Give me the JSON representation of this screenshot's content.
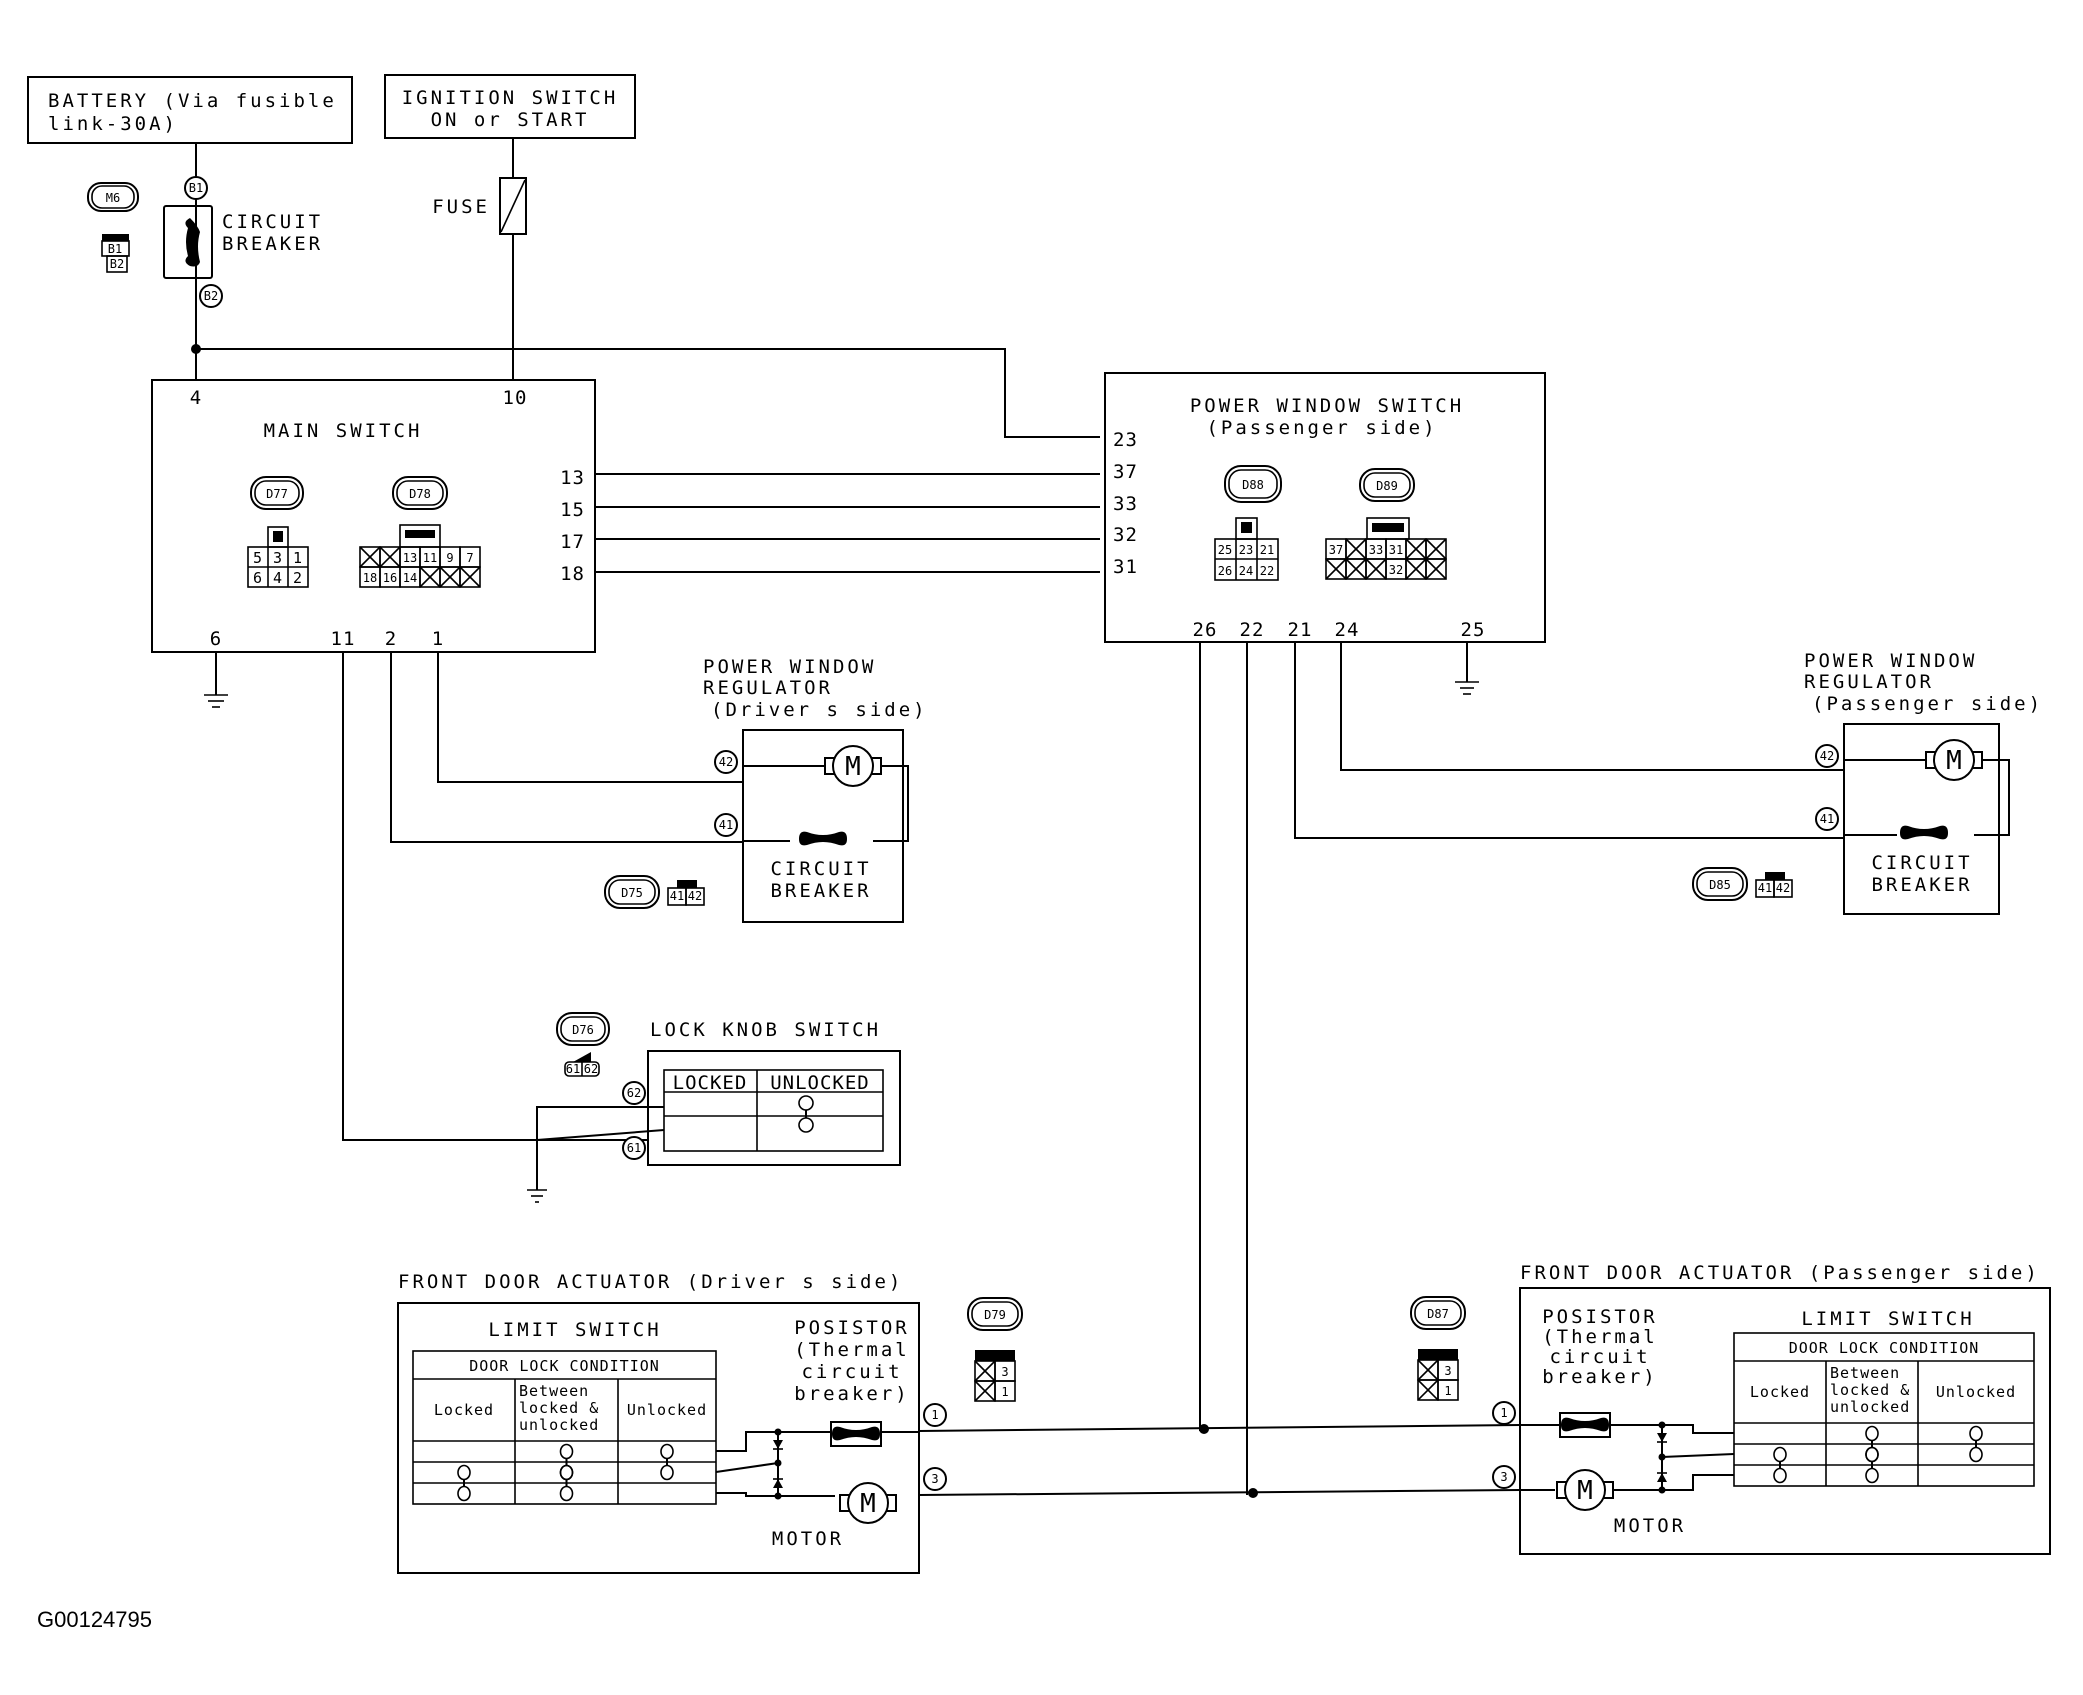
{
  "diagram": {
    "figure_id": "G00124795",
    "power_sources": {
      "battery": {
        "line1": "BATTERY (Via fusible",
        "line2": "link-30A)"
      },
      "ignition": {
        "line1": "IGNITION SWITCH",
        "line2": "ON or START"
      },
      "fuse_label": "FUSE"
    },
    "circuit_breaker_main": {
      "line1": "CIRCUIT",
      "line2": "BREAKER",
      "connector": "M6",
      "pin_top": "B1",
      "pin_bottom": "B2"
    },
    "main_switch": {
      "title": "MAIN SWITCH",
      "pins_top": [
        "4",
        "10"
      ],
      "pins_right": [
        "13",
        "15",
        "17",
        "18"
      ],
      "pins_bottom": [
        "6",
        "11",
        "2",
        "1"
      ],
      "connector_a": {
        "id": "D77",
        "row1": [
          "5",
          "3",
          "1"
        ],
        "row2": [
          "6",
          "4",
          "2"
        ]
      },
      "connector_b": {
        "id": "D78",
        "row1": [
          "X",
          "X",
          "13",
          "11",
          "9",
          "7"
        ],
        "row2": [
          "18",
          "16",
          "14",
          "X",
          "X",
          "X"
        ]
      }
    },
    "power_window_switch": {
      "title": "POWER WINDOW SWITCH",
      "subtitle": "(Passenger side)",
      "pins_left": [
        "23",
        "37",
        "33",
        "32",
        "31"
      ],
      "pins_bottom": [
        "26",
        "22",
        "21",
        "24",
        "25"
      ],
      "connector_a": {
        "id": "D88",
        "row1": [
          "25",
          "23",
          "21"
        ],
        "row2": [
          "26",
          "24",
          "22"
        ]
      },
      "connector_b": {
        "id": "D89",
        "row1": [
          "37",
          "X",
          "33",
          "31",
          "X",
          "X"
        ],
        "row2": [
          "X",
          "X",
          "X",
          "32",
          "X",
          "X"
        ]
      }
    },
    "regulator_driver": {
      "line1": "POWER WINDOW",
      "line2": "REGULATOR",
      "line3": "(Driver s side)",
      "breaker_line1": "CIRCUIT",
      "breaker_line2": "BREAKER",
      "pin_a": "42",
      "pin_b": "41",
      "connector": "D75",
      "connector_pins": [
        "41",
        "42"
      ],
      "motor_symbol": "M"
    },
    "regulator_passenger": {
      "line1": "POWER WINDOW",
      "line2": "REGULATOR",
      "line3": "(Passenger side)",
      "breaker_line1": "CIRCUIT",
      "breaker_line2": "BREAKER",
      "pin_a": "42",
      "pin_b": "41",
      "connector": "D85",
      "connector_pins": [
        "41",
        "42"
      ],
      "motor_symbol": "M"
    },
    "lock_knob_switch": {
      "title": "LOCK KNOB SWITCH",
      "connector": "D76",
      "connector_pins": [
        "61",
        "62"
      ],
      "pin_a": "62",
      "pin_b": "61",
      "columns": [
        "LOCKED",
        "UNLOCKED"
      ]
    },
    "actuator_driver": {
      "title": "FRONT DOOR ACTUATOR  (Driver s side)",
      "limit_switch": "LIMIT SWITCH",
      "table_header": "DOOR LOCK CONDITION",
      "columns": [
        "Locked",
        "Between locked & unlocked",
        "Unlocked"
      ],
      "col_between_lines": [
        "Between",
        "locked &",
        "unlocked"
      ],
      "posistor": [
        "POSISTOR",
        "(Thermal",
        "circuit",
        "breaker)"
      ],
      "motor_label": "MOTOR",
      "motor_symbol": "M",
      "pin_a": "1",
      "pin_b": "3",
      "connector": "D79",
      "connector_pins": [
        "X",
        "3",
        "X",
        "1"
      ]
    },
    "actuator_passenger": {
      "title": "FRONT DOOR ACTUATOR  (Passenger side)",
      "limit_switch": "LIMIT SWITCH",
      "table_header": "DOOR LOCK CONDITION",
      "columns": [
        "Locked",
        "Between locked & unlocked",
        "Unlocked"
      ],
      "col_between_lines": [
        "Between",
        "locked &",
        "unlocked"
      ],
      "posistor": [
        "POSISTOR",
        "(Thermal",
        "circuit",
        "breaker)"
      ],
      "motor_label": "MOTOR",
      "motor_symbol": "M",
      "pin_a": "1",
      "pin_b": "3",
      "connector": "D87",
      "connector_pins": [
        "X",
        "3",
        "X",
        "1"
      ]
    }
  }
}
